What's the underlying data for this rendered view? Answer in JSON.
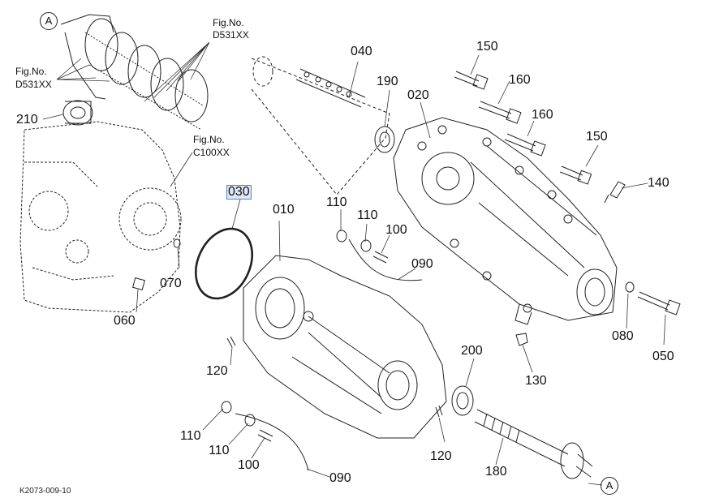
{
  "figure_code": "K2073-009-10",
  "callout_marker": "A",
  "ref_figures": {
    "top": {
      "line1": "Fig.No.",
      "line2": "D531XX"
    },
    "left": {
      "line1": "Fig.No.",
      "line2": "D531XX"
    },
    "mid": {
      "line1": "Fig.No.",
      "line2": "C100XX"
    }
  },
  "part_labels": {
    "p010": "010",
    "p020": "020",
    "p030": "030",
    "p040": "040",
    "p050": "050",
    "p060": "060",
    "p070": "070",
    "p080": "080",
    "p090a": "090",
    "p090b": "090",
    "p100a": "100",
    "p100b": "100",
    "p110a": "110",
    "p110b": "110",
    "p110c": "110",
    "p110d": "110",
    "p120a": "120",
    "p120b": "120",
    "p130": "130",
    "p140": "140",
    "p150a": "150",
    "p150b": "150",
    "p160a": "160",
    "p160b": "160",
    "p180": "180",
    "p190": "190",
    "p200": "200",
    "p210": "210"
  },
  "highlighted_part": "030"
}
